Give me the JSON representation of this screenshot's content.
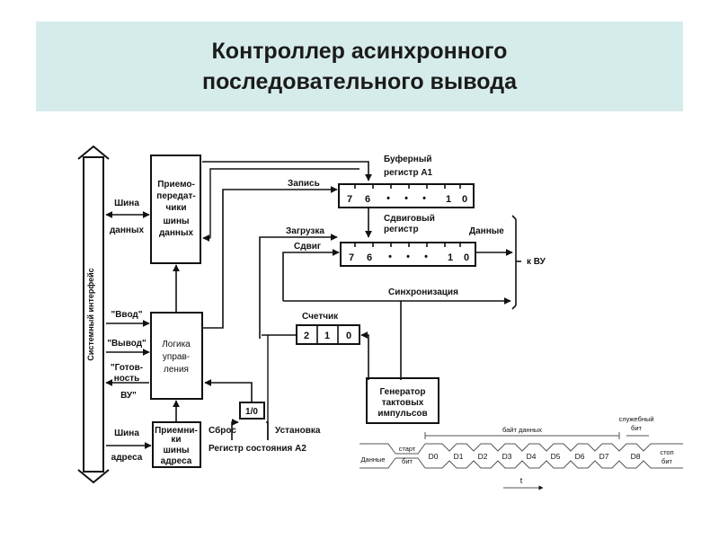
{
  "title": {
    "line1": "Контроллер асинхронного",
    "line2": "последовательного вывода"
  },
  "diagram": {
    "system_interface": "Системный интерфейс",
    "transceivers": [
      "Приемо-",
      "передат-",
      "чики",
      "шины",
      "данных"
    ],
    "logic": [
      "Логика",
      "управ-",
      "ления"
    ],
    "receivers": [
      "Приемни-",
      "ки",
      "шины",
      "адреса"
    ],
    "bus_data": [
      "Шина",
      "данных"
    ],
    "bus_address": [
      "Шина",
      "адреса"
    ],
    "input_signal": "\"Ввод\"",
    "output_signal": "\"Вывод\"",
    "ready": [
      "\"Готов-",
      "ность"
    ],
    "vu": "ВУ\"",
    "buffer_register": [
      "Буферный",
      "регистр А1"
    ],
    "write": "Запись",
    "shift_register": [
      "Сдвиговый",
      "регистр"
    ],
    "load": "Загрузка",
    "shift": "Сдвиг",
    "data_out": "Данные",
    "to_vu": "к ВУ",
    "sync": "Синхронизация",
    "counter": "Счетчик",
    "counter_cells": [
      "2",
      "1",
      "0"
    ],
    "bit7": "7",
    "bit6": "6",
    "bit1": "1",
    "bit0": "0",
    "reg_ro": "1/0",
    "reset": "Сброс",
    "set": "Установка",
    "status_register": "Регистр состояния А2",
    "clock_gen": [
      "Генератор",
      "тактовых",
      "импульсов"
    ]
  },
  "timing": {
    "data_label": "Данные",
    "start_bit": [
      "старт",
      "бит"
    ],
    "bits": [
      "D0",
      "D1",
      "D2",
      "D3",
      "D4",
      "D5",
      "D6",
      "D7",
      "D8"
    ],
    "byte_label": "байт данных",
    "service_bit": [
      "служебный",
      "бит"
    ],
    "stop_bit": [
      "стоп",
      "бит"
    ],
    "time": "t"
  }
}
